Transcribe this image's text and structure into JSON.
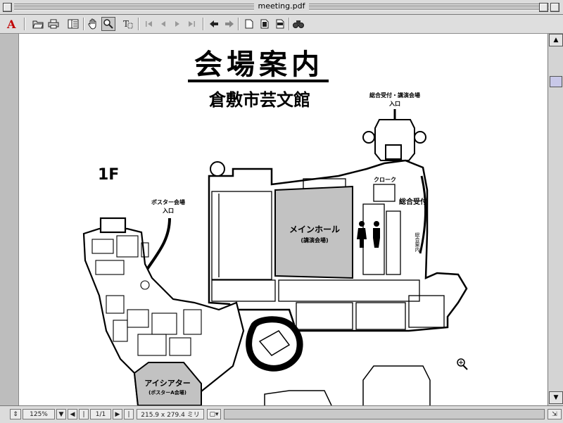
{
  "window": {
    "title": "meeting.pdf"
  },
  "toolbar": {
    "buttons": [
      {
        "name": "open-icon",
        "glyph": "📂"
      },
      {
        "name": "print-icon",
        "glyph": "🖶"
      },
      {
        "name": "navpane-icon",
        "glyph": "▤"
      },
      {
        "name": "hand-tool-icon",
        "glyph": "✋"
      },
      {
        "name": "zoom-tool-icon",
        "glyph": "🔍"
      },
      {
        "name": "text-select-icon",
        "glyph": "T"
      },
      {
        "name": "first-page-icon",
        "glyph": "⏮"
      },
      {
        "name": "prev-page-icon",
        "glyph": "◀"
      },
      {
        "name": "next-page-icon",
        "glyph": "▶"
      },
      {
        "name": "last-page-icon",
        "glyph": "⏭"
      },
      {
        "name": "go-back-icon",
        "glyph": "⬅"
      },
      {
        "name": "go-forward-icon",
        "glyph": "➡"
      },
      {
        "name": "actual-size-icon",
        "glyph": "🗋"
      },
      {
        "name": "fit-page-icon",
        "glyph": "🗍"
      },
      {
        "name": "fit-width-icon",
        "glyph": "🗎"
      },
      {
        "name": "find-icon",
        "glyph": "🔭"
      }
    ]
  },
  "document": {
    "heading": "会場案内",
    "subheading": "倉敷市芸文館",
    "floor": "1F",
    "labels": {
      "main_entrance": "総合受付・講演会場",
      "main_entrance_line2": "入口",
      "poster_entrance": "ポスター会場",
      "poster_entrance_line2": "入口",
      "cloak": "クローク",
      "reception": "総合受付",
      "main_hall": "メインホール",
      "main_hall_sub": "(講演会場)",
      "ai_theater": "アイシアター",
      "ai_theater_sub": "(ポスターA会場)",
      "vertical_text": "総合案内"
    }
  },
  "statusbar": {
    "zoom": "125%",
    "page": "1/1",
    "page_size": "215.9 x 279.4 ミリ"
  }
}
